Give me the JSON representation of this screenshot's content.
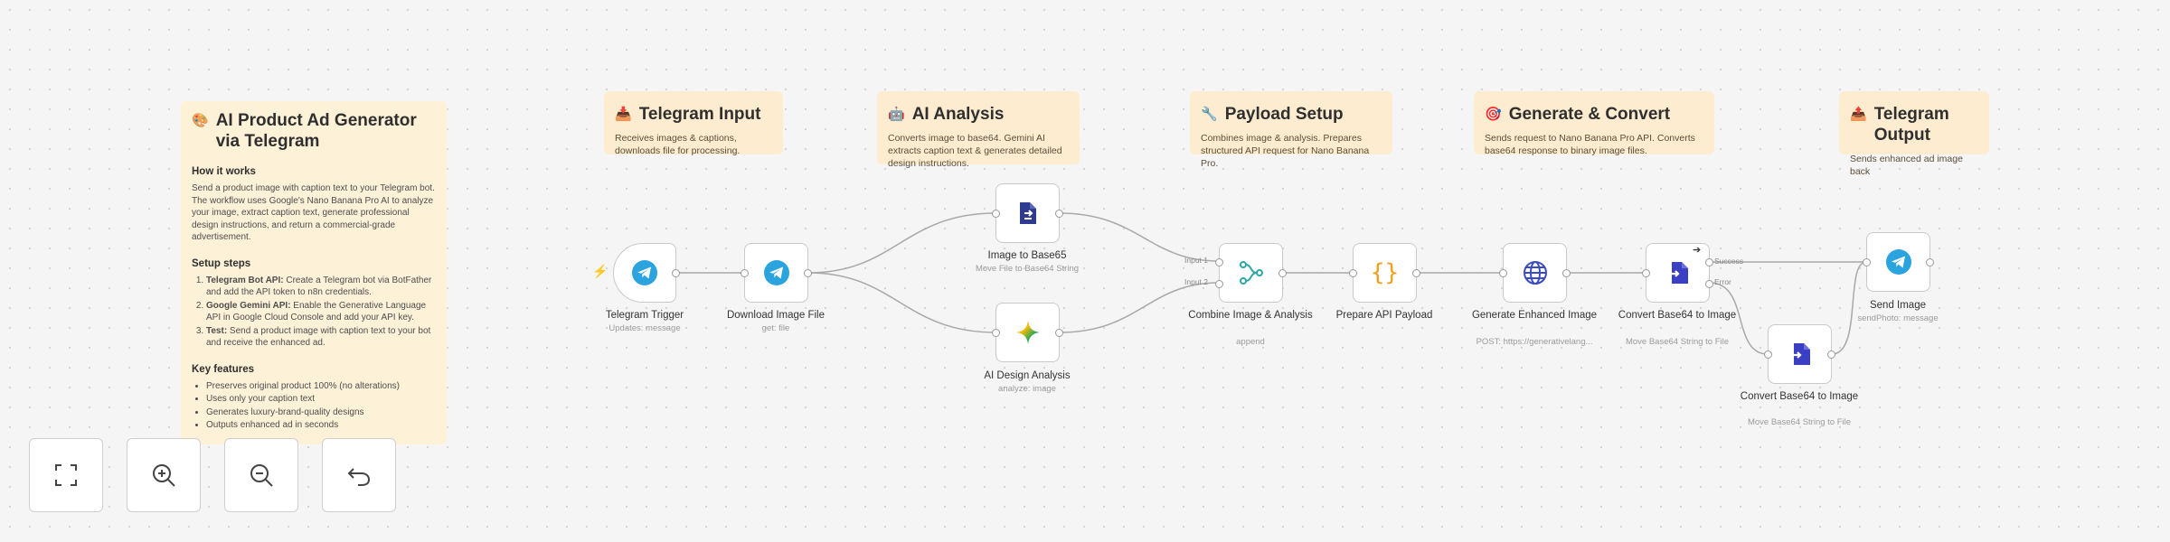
{
  "main_note": {
    "emoji": "🎨",
    "title": "AI Product Ad Generator via Telegram",
    "how_heading": "How it works",
    "how_text": "Send a product image with caption text to your Telegram bot. The workflow uses Google's Nano Banana Pro AI to analyze your image, extract caption text, generate professional design instructions, and return a commercial-grade advertisement.",
    "setup_heading": "Setup steps",
    "setup_steps": [
      {
        "bold": "Telegram Bot API:",
        "text": " Create a Telegram bot via BotFather and add the API token to n8n credentials."
      },
      {
        "bold": "Google Gemini API:",
        "text": " Enable the Generative Language API in Google Cloud Console and add your API key."
      },
      {
        "bold": "Test:",
        "text": " Send a product image with caption text to your bot and receive the enhanced ad."
      }
    ],
    "features_heading": "Key features",
    "features": [
      "Preserves original product 100% (no alterations)",
      "Uses only your caption text",
      "Generates luxury-brand-quality designs",
      "Outputs enhanced ad in seconds"
    ]
  },
  "section_notes": [
    {
      "emoji": "📥",
      "title": "Telegram Input",
      "text": "Receives images & captions, downloads file for processing."
    },
    {
      "emoji": "🤖",
      "title": "AI Analysis",
      "text": "Converts image to base64. Gemini AI extracts caption text & generates detailed design instructions."
    },
    {
      "emoji": "🔧",
      "title": "Payload Setup",
      "text": "Combines image & analysis. Prepares structured API request for Nano Banana Pro."
    },
    {
      "emoji": "🎯",
      "title": "Generate & Convert",
      "text": "Sends request to Nano Banana Pro API. Converts base64 response to binary image files."
    },
    {
      "emoji": "📤",
      "title": "Telegram Output",
      "text": "Sends enhanced ad image back"
    }
  ],
  "nodes": {
    "telegram_trigger": {
      "label": "Telegram Trigger",
      "sub": "Updates: message"
    },
    "download_image": {
      "label": "Download Image File",
      "sub": "get: file"
    },
    "image_to_base64": {
      "label": "Image to Base65",
      "sub": "Move File to Base64 String"
    },
    "ai_design": {
      "label": "AI Design Analysis",
      "sub": "analyze: image"
    },
    "combine": {
      "label": "Combine Image & Analysis",
      "sub": "append"
    },
    "prepare_payload": {
      "label": "Prepare API Payload",
      "sub": ""
    },
    "generate": {
      "label": "Generate Enhanced Image",
      "sub": "POST: https://generativelang..."
    },
    "convert1": {
      "label": "Convert Base64 to Image",
      "sub": "Move Base64 String to File"
    },
    "convert2": {
      "label": "Convert Base64 to Image",
      "sub": "Move Base64 String to File"
    },
    "send_image": {
      "label": "Send Image",
      "sub": "sendPhoto: message"
    }
  },
  "edge_labels": {
    "input1": "Input 1",
    "input2": "Input 2",
    "success": "Success",
    "error": "Error"
  },
  "colors": {
    "telegram": "#2aa3df",
    "base64": "#2f3b8f",
    "convert": "#3b3fc4",
    "globe": "#3b4bc4",
    "merge": "#2ba7a8",
    "braces": "#f0a020",
    "note": "#fdeccf"
  },
  "controls": [
    "fit-view",
    "zoom-in",
    "zoom-out",
    "undo"
  ]
}
